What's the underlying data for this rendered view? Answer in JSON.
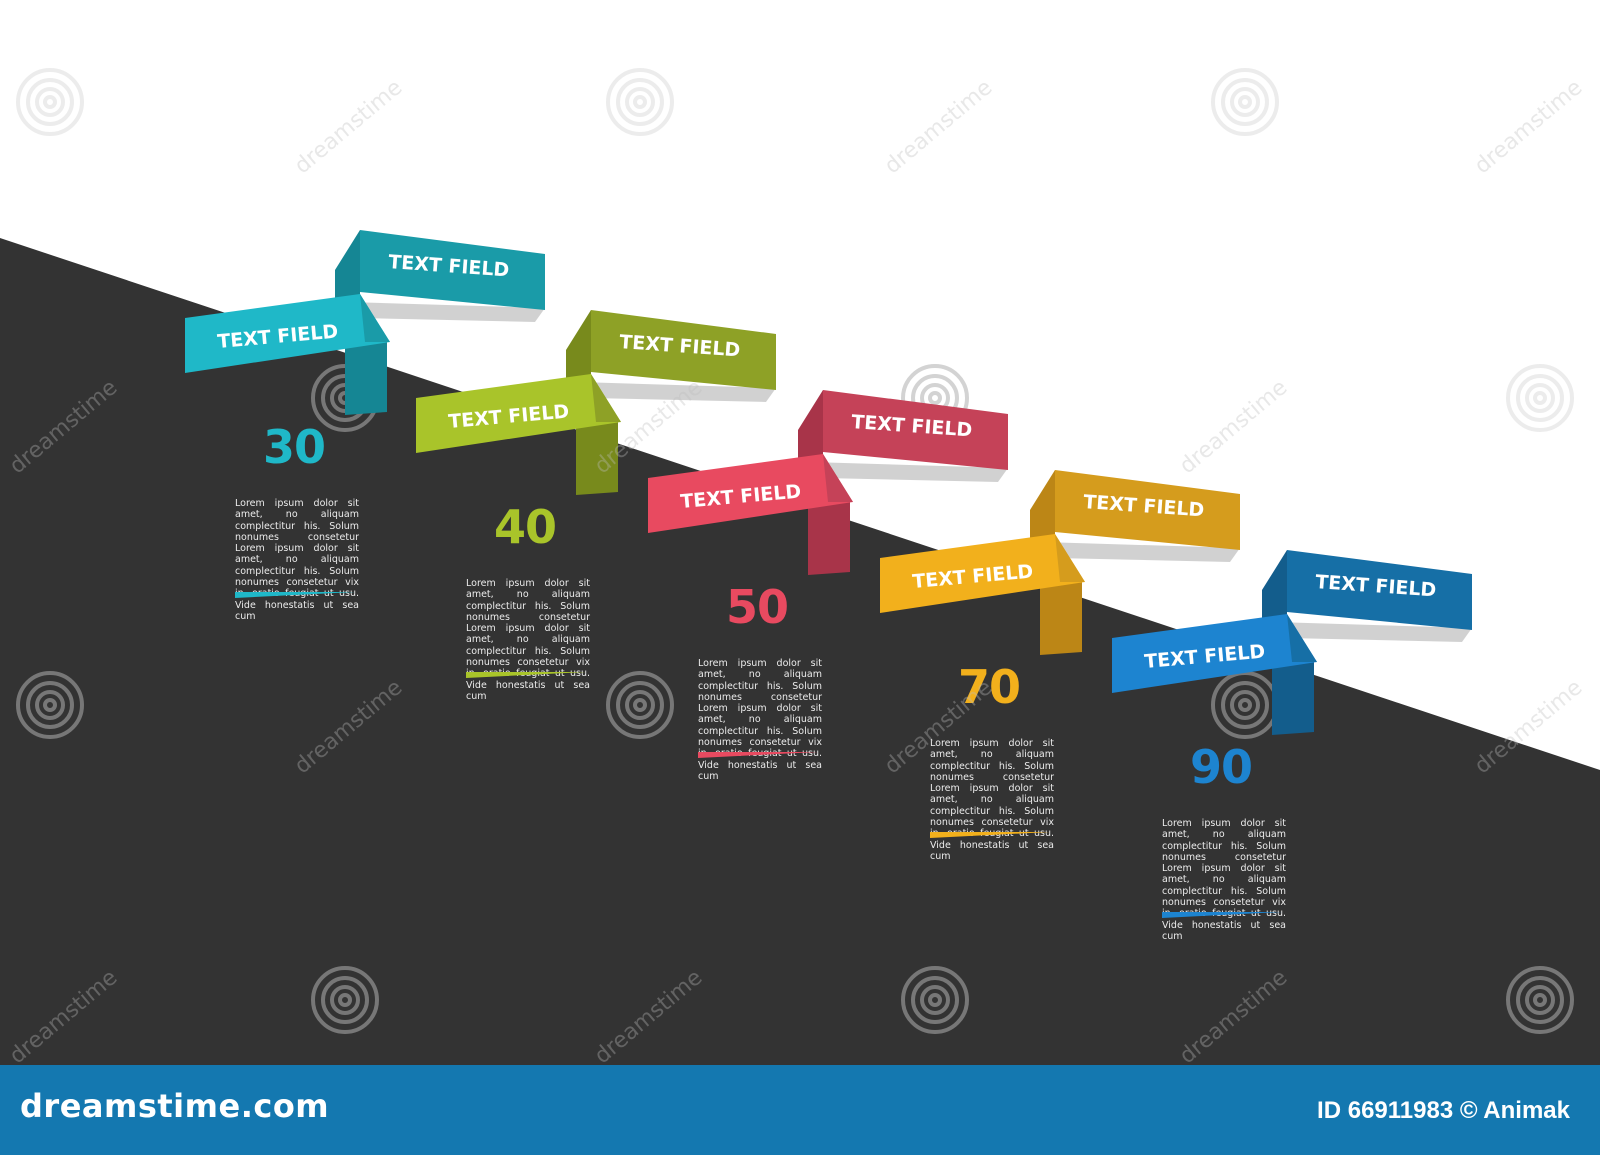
{
  "colors": {
    "dark_bg": "#333333",
    "footer_bg": "#1478b0"
  },
  "steps": [
    {
      "number": "30",
      "label_upper": "TEXT FIELD",
      "label_lower": "TEXT FIELD",
      "color": "#1fb8c8",
      "color_dark": "#1a9ba8",
      "color_shadow": "#158694",
      "body": "Lorem ipsum dolor sit amet, no aliquam complectitur his. Solum nonumes consetetur Lorem ipsum dolor sit amet, no aliquam complectitur his. Solum nonumes consetetur vix in, oratio feugiat ut usu. Vide honestatis ut sea cum"
    },
    {
      "number": "40",
      "label_upper": "TEXT FIELD",
      "label_lower": "TEXT FIELD",
      "color": "#a9c42a",
      "color_dark": "#8ea126",
      "color_shadow": "#788a1c",
      "body": "Lorem ipsum dolor sit amet, no aliquam complectitur his. Solum nonumes consetetur Lorem ipsum dolor sit amet, no aliquam complectitur his. Solum nonumes consetetur vix in, oratio feugiat ut usu. Vide honestatis ut sea cum"
    },
    {
      "number": "50",
      "label_upper": "TEXT FIELD",
      "label_lower": "TEXT FIELD",
      "color": "#e84a60",
      "color_dark": "#c54258",
      "color_shadow": "#a83449",
      "body": "Lorem ipsum dolor sit amet, no aliquam complectitur his. Solum nonumes consetetur Lorem ipsum dolor sit amet, no aliquam complectitur his. Solum nonumes consetetur vix in, oratio feugiat ut usu. Vide honestatis ut sea cum"
    },
    {
      "number": "70",
      "label_upper": "TEXT FIELD",
      "label_lower": "TEXT FIELD",
      "color": "#f2b01c",
      "color_dark": "#d59c1d",
      "color_shadow": "#bc8616",
      "body": "Lorem ipsum dolor sit amet, no aliquam complectitur his. Solum nonumes consetetur Lorem ipsum dolor sit amet, no aliquam complectitur his. Solum nonumes consetetur vix in, oratio feugiat ut usu. Vide honestatis ut sea cum"
    },
    {
      "number": "90",
      "label_upper": "TEXT FIELD",
      "label_lower": "TEXT FIELD",
      "color": "#1d84d0",
      "color_dark": "#166fa6",
      "color_shadow": "#135d8c",
      "body": "Lorem ipsum dolor sit amet, no aliquam complectitur his. Solum nonumes consetetur Lorem ipsum dolor sit amet, no aliquam complectitur his. Solum nonumes consetetur vix in, oratio feugiat ut usu. Vide honestatis ut sea cum"
    }
  ],
  "watermark_text": "dreamstime",
  "footer": {
    "site": "dreamstime.com",
    "credit": "ID 66911983 © Animak"
  }
}
